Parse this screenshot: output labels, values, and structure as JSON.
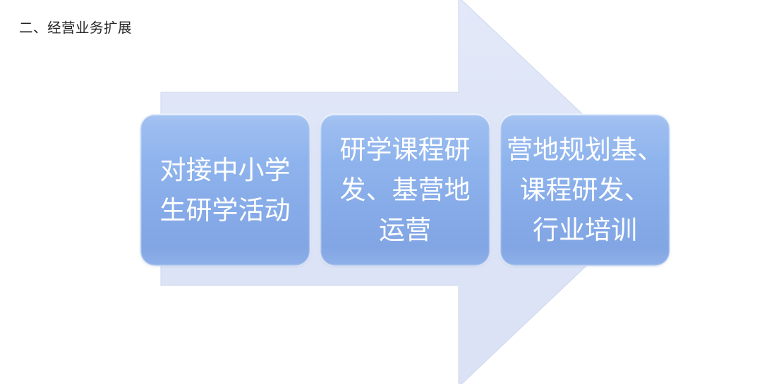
{
  "slide": {
    "title": "二、经营业务扩展",
    "background_color": "#ffffff"
  },
  "arrow": {
    "name": "right-arrow-shape",
    "fill_color": "#dde4f6",
    "edge_color": "#ccd6ef"
  },
  "process": {
    "boxes": [
      {
        "id": "box-1",
        "label": "对接中小学\n生研学活动",
        "fill_color": "#8cb0ec",
        "text_color": "#ffffff"
      },
      {
        "id": "box-2",
        "label": "研学课程研\n发、基营地\n运营",
        "fill_color": "#8cb0ec",
        "text_color": "#ffffff"
      },
      {
        "id": "box-3",
        "label": "营地规划基、\n课程研发、\n行业培训",
        "fill_color": "#8cb0ec",
        "text_color": "#ffffff"
      }
    ]
  }
}
